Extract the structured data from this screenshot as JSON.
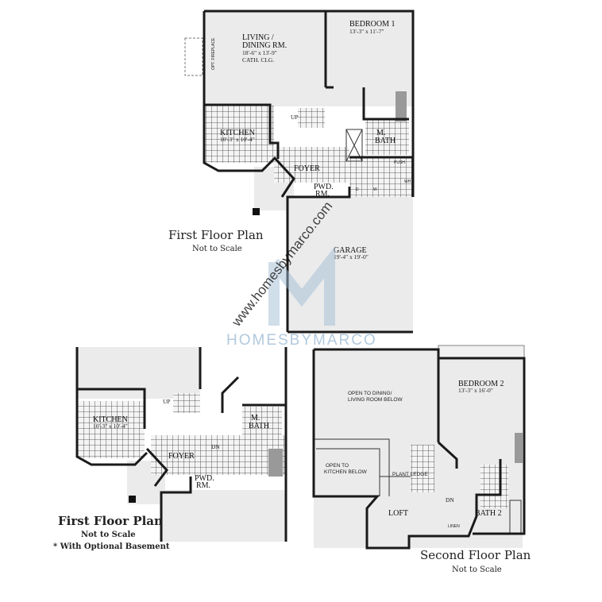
{
  "first_floor": {
    "title": "First Floor Plan",
    "subtitle": "Not to Scale",
    "rooms": {
      "living_name_1": "LIVING /",
      "living_name_2": "DINING RM.",
      "living_dim": "18'-6\" x 13'-9\"",
      "living_note": "CATH. CLG.",
      "fireplace": "OPT. FIREPLACE",
      "bedroom1_name": "BEDROOM 1",
      "bedroom1_dim": "13'-3\" x 11'-7\"",
      "kitchen_name": "KITCHEN",
      "kitchen_dim": "10'-3\" x 10'-4\"",
      "up": "UP",
      "mbath_1": "M.",
      "mbath_2": "BATH",
      "foyer": "FOYER",
      "pwd_1": "PWD.",
      "pwd_2": "RM.",
      "push": "PUSH",
      "d": "D",
      "w": "W",
      "wh": "WH",
      "garage_name": "GARAGE",
      "garage_dim": "19'-4\" x 19'-0\""
    }
  },
  "basement_option": {
    "title": "First Floor Plan",
    "subtitle": "Not to Scale",
    "note": "* With Optional Basement",
    "rooms": {
      "kitchen_name": "KITCHEN",
      "kitchen_dim": "10'-3\" x 10'-4\"",
      "up": "UP",
      "dn": "DN",
      "mbath_1": "M.",
      "mbath_2": "BATH",
      "foyer": "FOYER",
      "pwd_1": "PWD.",
      "pwd_2": "RM."
    }
  },
  "second_floor": {
    "title": "Second Floor Plan",
    "subtitle": "Not to Scale",
    "rooms": {
      "open_dining_1": "OPEN TO DINING/",
      "open_dining_2": "LIVING ROOM BELOW",
      "bedroom2_name": "BEDROOM 2",
      "bedroom2_dim": "13'-3\" x 16'-0\"",
      "open_kitchen_1": "OPEN TO",
      "open_kitchen_2": "KITCHEN BELOW",
      "plant_ledge": "PLANT LEDGE",
      "loft": "LOFT",
      "dn": "DN",
      "bath2": "BATH 2",
      "linen": "LINEN"
    }
  },
  "watermark": {
    "url": "www.homesbymarco.com",
    "brand": "HOMESBYMARCO",
    "color": "#9ebcd6"
  }
}
